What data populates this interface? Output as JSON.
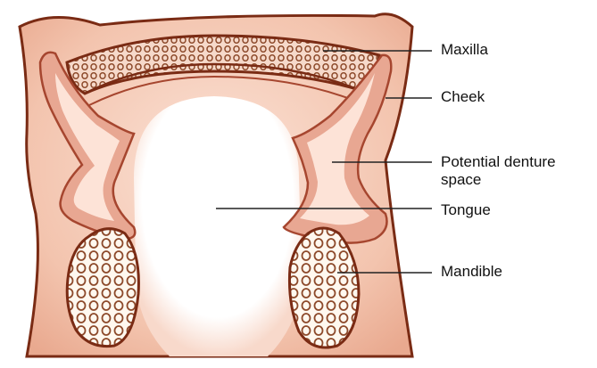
{
  "labels": {
    "maxilla": "Maxilla",
    "cheek": "Cheek",
    "potential_denture_space": "Potential denture space",
    "tongue": "Tongue",
    "mandible": "Mandible"
  },
  "colors": {
    "cheek_fill": "#f2c2ad",
    "cheek_edge": "#7a2b14",
    "mucosa_fill": "#e8a792",
    "mucosa_edge": "#a6462f",
    "space_fill": "#fde3d7",
    "bone_fill": "#fff8ef",
    "bone_pattern": "#8d4a2b",
    "leader_line": "#222222"
  }
}
